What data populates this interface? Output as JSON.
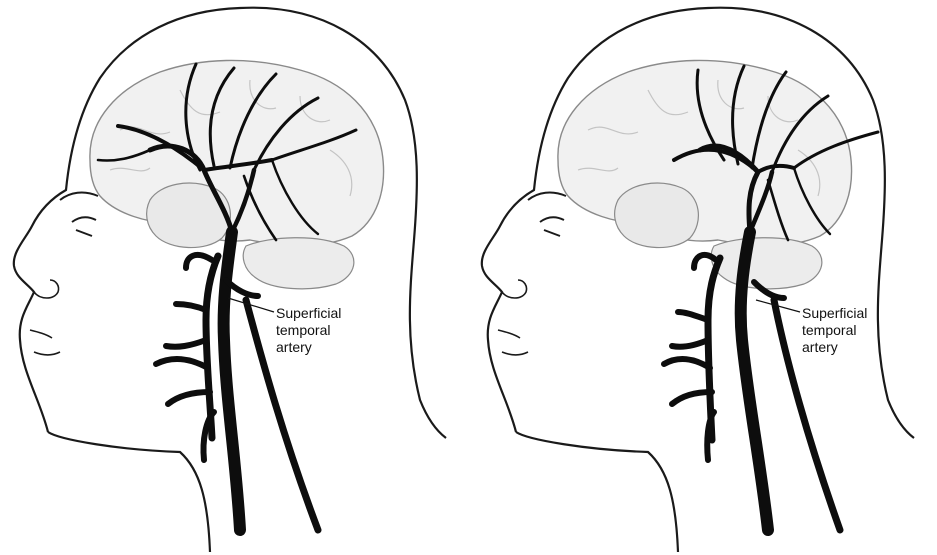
{
  "figure": {
    "panels": [
      {
        "id": "left",
        "annotation": {
          "lines": [
            "Superficial",
            "temporal",
            "artery"
          ]
        }
      },
      {
        "id": "right",
        "annotation": {
          "lines": [
            "Superficial",
            "temporal",
            "artery"
          ]
        }
      }
    ]
  },
  "colors": {
    "outline": "#1a1a1a",
    "vessel": "#0d0d0d",
    "brain_fill": "#f1f1f1",
    "cerebellum_fill": "#ececec",
    "background": "#ffffff"
  }
}
